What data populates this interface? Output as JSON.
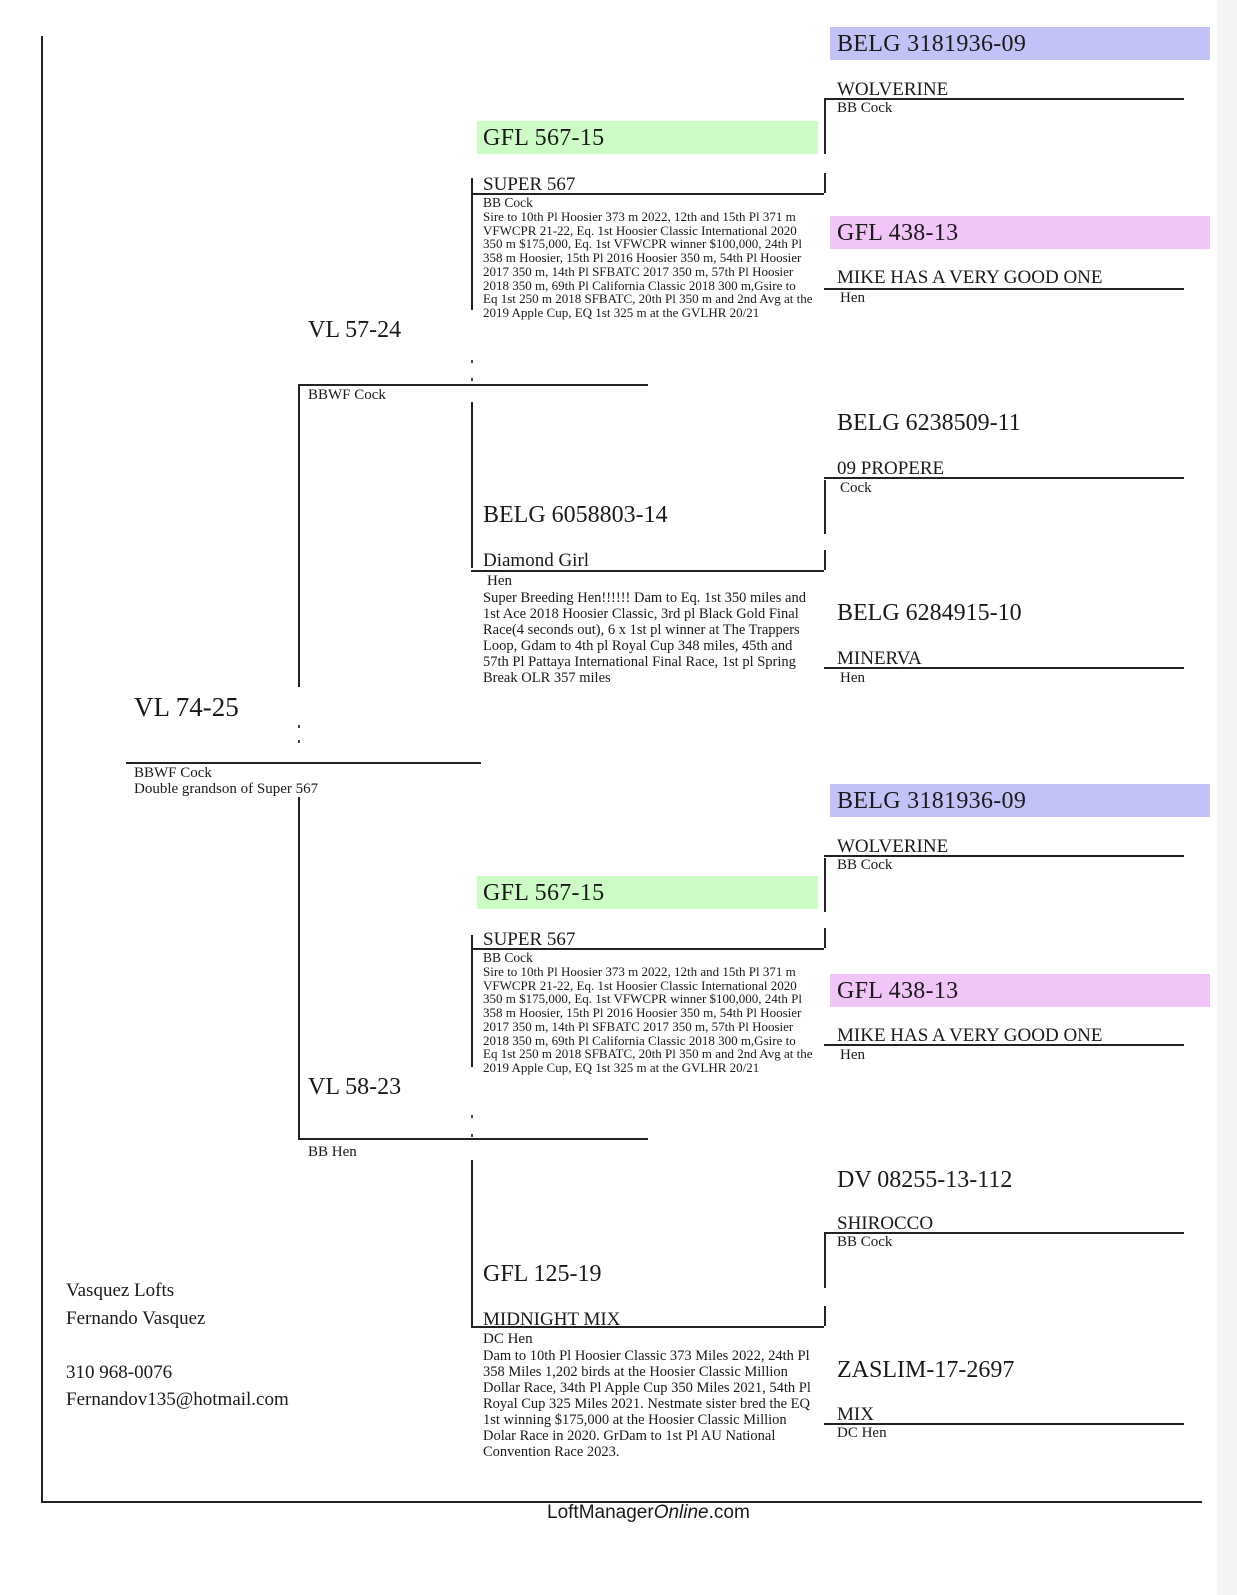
{
  "subject": {
    "ring": "VL 74-25",
    "color_sex": "BBWF Cock",
    "note": "Double grandson of Super 567"
  },
  "sire": {
    "ring": "VL 57-24",
    "color_sex": "BBWF Cock"
  },
  "dam": {
    "ring": "VL 58-23",
    "color_sex": "BB Hen"
  },
  "ss": {
    "ring": "GFL 567-15",
    "name": "SUPER 567",
    "color_sex": "BB Cock",
    "note": "Sire to 10th Pl Hoosier 373 m 2022, 12th and 15th Pl 371 m VFWCPR 21-22, Eq. 1st Hoosier Classic International 2020 350 m $175,000, Eq. 1st VFWCPR winner $100,000, 24th Pl 358 m Hoosier, 15th Pl 2016 Hoosier 350 m, 54th Pl Hoosier 2017 350 m, 14th Pl SFBATC 2017 350 m, 57th Pl Hoosier 2018 350 m, 69th Pl California Classic 2018 300 m,Gsire to Eq 1st 250 m 2018 SFBATC, 20th Pl 350 m and 2nd Avg at the 2019 Apple Cup, EQ 1st 325 m at the GVLHR 20/21",
    "band_color": "#ccfbc6"
  },
  "sd": {
    "ring": "BELG 6058803-14",
    "name": "Diamond Girl",
    "color_sex": "Hen",
    "note": "Super Breeding Hen!!!!!! Dam to Eq. 1st 350 miles and 1st Ace 2018 Hoosier Classic, 3rd pl Black Gold Final Race(4 seconds out), 6 x 1st pl winner at The Trappers Loop, Gdam to 4th pl Royal Cup 348 miles, 45th and 57th Pl Pattaya International Final Race, 1st pl Spring Break OLR 357 miles"
  },
  "ds": {
    "ring": "GFL 567-15",
    "name": "SUPER 567",
    "color_sex": "BB Cock",
    "note": "Sire to 10th Pl Hoosier 373 m 2022, 12th and 15th Pl 371 m VFWCPR 21-22, Eq. 1st Hoosier Classic International 2020 350 m $175,000, Eq. 1st VFWCPR winner $100,000, 24th Pl 358 m Hoosier, 15th Pl 2016 Hoosier 350 m, 54th Pl Hoosier 2017 350 m, 14th Pl SFBATC 2017 350 m, 57th Pl Hoosier 2018 350 m, 69th Pl California Classic 2018 300 m,Gsire to Eq 1st 250 m 2018 SFBATC, 20th Pl 350 m and 2nd Avg at the 2019 Apple Cup, EQ 1st 325 m at the GVLHR 20/21",
    "band_color": "#ccfbc6"
  },
  "dd": {
    "ring": "GFL 125-19",
    "name": "MIDNIGHT MIX",
    "color_sex": "DC Hen",
    "note": "Dam to 10th Pl Hoosier Classic 373 Miles 2022, 24th Pl 358 Miles 1,202 birds at the Hoosier Classic Million Dollar Race, 34th Pl Apple Cup 350 Miles 2021, 54th Pl Royal Cup 325 Miles 2021. Nestmate sister bred the EQ 1st winning $175,000 at the Hoosier Classic Million Dolar Race in 2020. GrDam to 1st Pl AU National Convention Race 2023."
  },
  "gg": [
    {
      "ring": "BELG 3181936-09",
      "name": "WOLVERINE",
      "color_sex": "BB Cock",
      "band_color": "#c2c2f7"
    },
    {
      "ring": "GFL 438-13",
      "name": "MIKE HAS A VERY GOOD ONE",
      "color_sex": "Hen",
      "band_color": "#f1c5f7"
    },
    {
      "ring": "BELG 6238509-11",
      "name": "09 PROPERE",
      "color_sex": "Cock"
    },
    {
      "ring": "BELG 6284915-10",
      "name": "MINERVA",
      "color_sex": "Hen"
    },
    {
      "ring": "BELG 3181936-09",
      "name": "WOLVERINE",
      "color_sex": "BB Cock",
      "band_color": "#c2c2f7"
    },
    {
      "ring": "GFL 438-13",
      "name": "MIKE HAS A VERY GOOD ONE",
      "color_sex": "Hen",
      "band_color": "#f1c5f7"
    },
    {
      "ring": "DV 08255-13-112",
      "name": "SHIROCCO",
      "color_sex": "BB Cock"
    },
    {
      "ring": "ZASLIM-17-2697",
      "name": "MIX",
      "color_sex": "DC Hen"
    }
  ],
  "owner": {
    "loft": "Vasquez Lofts",
    "name": "Fernando Vasquez",
    "phone": "310 968-0076",
    "email": "Fernandov135@hotmail.com"
  },
  "footer": {
    "brand_pre": "LoftManager",
    "brand_italic": "Online",
    "brand_post": ".com"
  }
}
